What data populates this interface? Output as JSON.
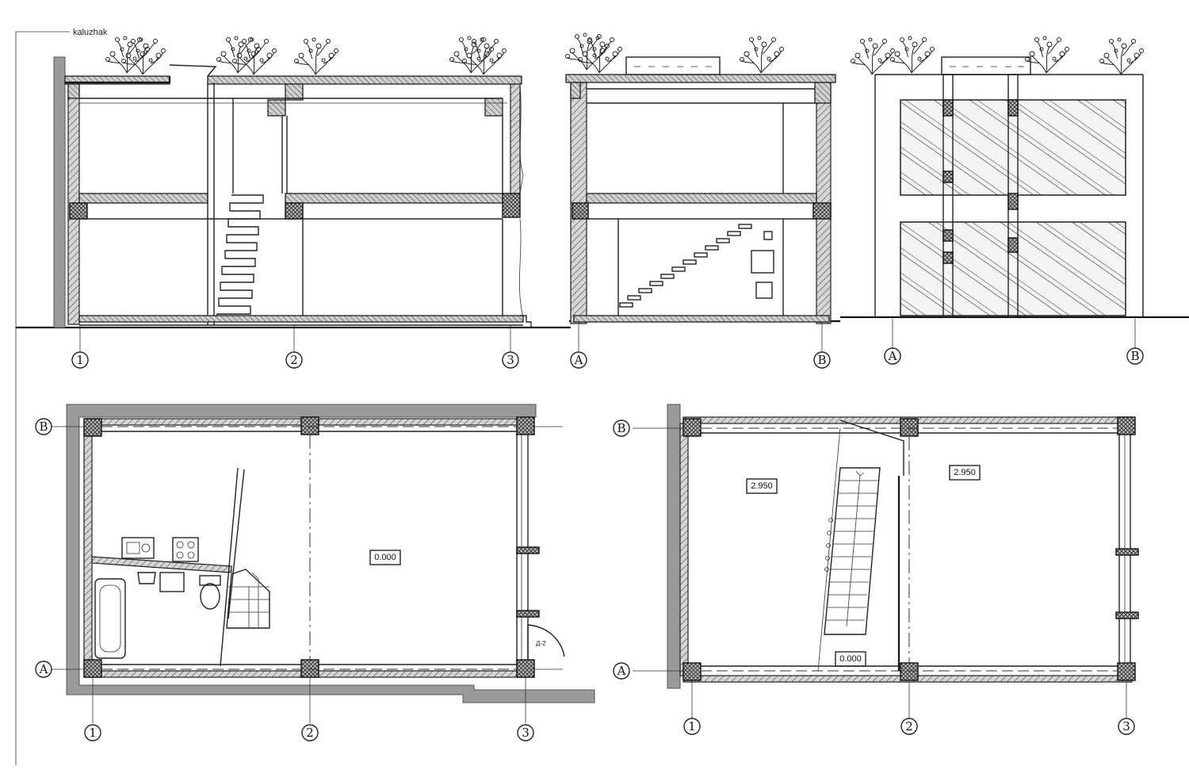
{
  "author_label": "kaluzhak",
  "axes_numeric": [
    "1",
    "2",
    "3"
  ],
  "axes_letter": [
    "A",
    "B"
  ],
  "levels": {
    "ground_floor": "0.000",
    "first_floor_left": "2.950",
    "first_floor_right": "2.950",
    "first_floor_stair": "0.000"
  },
  "door_tag": "Д-2",
  "colors": {
    "line": "#222222",
    "wall_fill": "#9a9a9a",
    "background": "#ffffff"
  }
}
